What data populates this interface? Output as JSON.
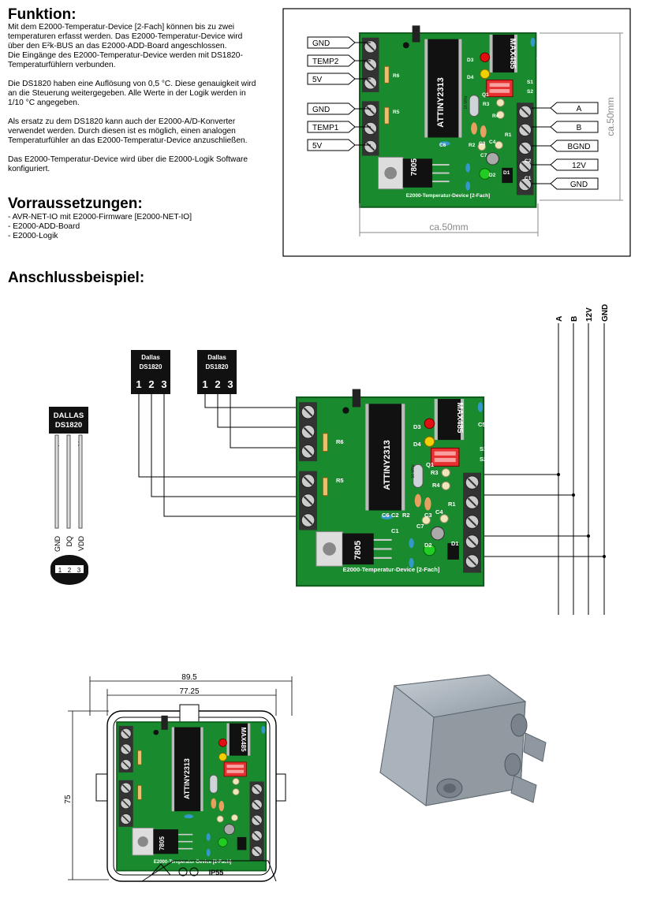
{
  "funktion": {
    "heading": "Funktion:",
    "paragraphs": [
      [
        "Mit dem E2000-Temperatur-Device [2-Fach] können bis zu zwei",
        "temperaturen erfasst werden. Das E2000-Temperatur-Device wird",
        "über den E²k-BUS an das E2000-ADD-Board angeschlossen.",
        "Die Eingänge des E2000-Temperatur-Device werden mit DS1820-",
        "Temperaturfühlern verbunden."
      ],
      [
        "Die DS1820 haben eine Auflösung von 0,5 °C. Diese genauigkeit wird",
        "an die Steuerung weitergegeben. Alle Werte in der Logik werden in",
        "1/10 °C angegeben."
      ],
      [
        "Als ersatz zu dem DS1820 kann auch der E2000-A/D-Konverter",
        "verwendet werden. Durch diesen ist es möglich, einen analogen",
        "Temperaturfühler an das E2000-Temperatur-Device anzuschließen."
      ],
      [
        "Das E2000-Temperatur-Device wird über die E2000-Logik Software",
        "konfiguriert."
      ]
    ]
  },
  "voraussetzungen": {
    "heading": "Vorraussetzungen:",
    "items": [
      "- AVR-NET-IO mit E2000-Firmware [E2000-NET-IO]",
      "- E2000-ADD-Board",
      "- E2000-Logik"
    ]
  },
  "anschluss": {
    "heading": "Anschlussbeispiel:"
  },
  "board": {
    "title": "E2000-Temperatur-Device [2-Fach]",
    "mcu": "ATTINY2313",
    "transceiver": "MAX485",
    "regulator": "7805",
    "crystal": "16 MHz",
    "components": [
      "R6",
      "R5",
      "R3",
      "R4",
      "R1",
      "R2",
      "C1",
      "C2",
      "C3",
      "C4",
      "C5",
      "C6",
      "C7",
      "D1",
      "D2",
      "D3",
      "D4",
      "Q1",
      "S1",
      "S2"
    ]
  },
  "top_diagram": {
    "left_labels": [
      "GND",
      "TEMP2",
      "5V",
      "GND",
      "TEMP1",
      "5V"
    ],
    "right_labels": [
      "A",
      "B",
      "BGND",
      "12V",
      "GND"
    ],
    "dim_width": "ca.50mm",
    "dim_height": "ca.50mm"
  },
  "bus_labels": [
    "A",
    "B",
    "12V",
    "GND"
  ],
  "sensors": [
    {
      "maker": "Dallas",
      "model": "DS1820",
      "pins": [
        "1",
        "2",
        "3"
      ]
    },
    {
      "maker": "Dallas",
      "model": "DS1820",
      "pins": [
        "1",
        "2",
        "3"
      ]
    }
  ],
  "ds1820_detail": {
    "maker": "DALLAS",
    "model": "DS1820",
    "pins": [
      "1",
      "2",
      "3"
    ],
    "pin_labels": [
      "GND",
      "DQ",
      "VDD"
    ]
  },
  "enclosure": {
    "dim_outer": "89.5",
    "dim_inner": "77.25",
    "dim_side": "75",
    "rating": "IP55"
  },
  "colors": {
    "pcb": "#1a8a2e",
    "pcb_dark": "#0f5d1c",
    "led_red": "#e01010",
    "led_yellow": "#f0d000",
    "led_green": "#22cc22",
    "dip": "#e83030",
    "case": "#a9b3bc"
  }
}
